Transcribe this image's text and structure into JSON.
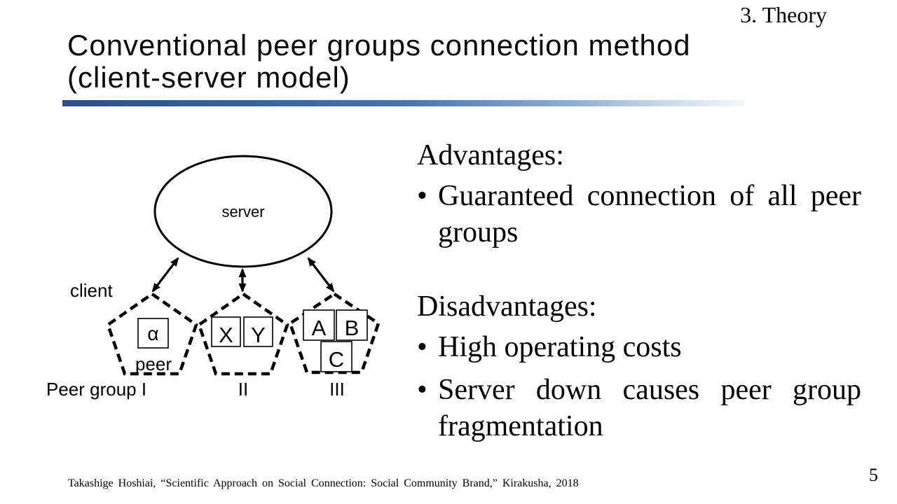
{
  "slide": {
    "section_label": "3. Theory",
    "title_line1": "Conventional peer groups connection method",
    "title_line2": "(client-server model)",
    "page_number": "5",
    "footer_citation": "Takashige Hoshiai, “Scientific Approach on Social Connection: Social Community Brand,” Kirakusha, 2018",
    "accent_gradient_start": "#2b4f90",
    "accent_gradient_end": "#f3f7fb"
  },
  "diagram": {
    "server_label": "server",
    "client_label": "client",
    "peer_label": "peer",
    "groups": [
      {
        "label": "Peer group I",
        "peers": [
          "α"
        ]
      },
      {
        "label": "II",
        "peers": [
          "X",
          "Y"
        ]
      },
      {
        "label": "III",
        "peers": [
          "A",
          "B",
          "C"
        ]
      }
    ]
  },
  "content": {
    "bullet_char": "•",
    "advantages_heading": "Advantages:",
    "advantages": [
      "Guaranteed connection of all peer groups"
    ],
    "disadvantages_heading": "Disadvantages:",
    "disadvantages": [
      "High operating costs",
      "Server down causes peer group fragmentation"
    ]
  }
}
